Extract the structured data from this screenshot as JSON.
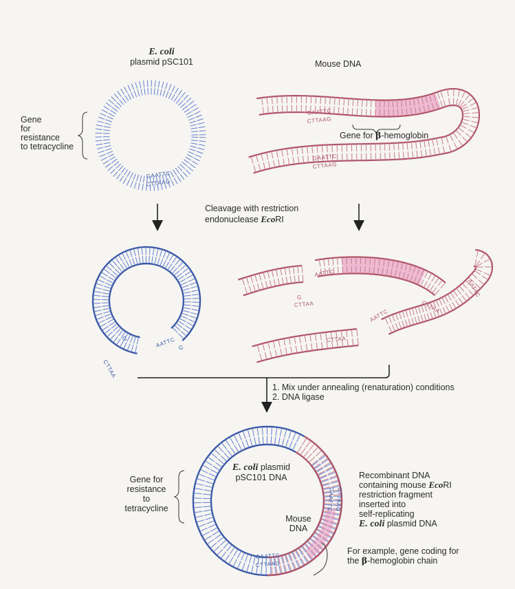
{
  "colors": {
    "plasmid": "#3d5aa8",
    "mouse": "#b05468",
    "gene_highlight": "#e889b8",
    "plasmid_rung": "#5f7fd0",
    "mouse_rung": "#c77b8c",
    "arrow": "#222222"
  },
  "top_plasmid": {
    "organism": "E. coli",
    "name": "plasmid pSC101"
  },
  "mouse_dna": {
    "title": "Mouse DNA",
    "gene_label_prefix": "Gene for ",
    "gene_label_symbol": "β",
    "gene_label_suffix": "-hemoglobin"
  },
  "gene_resistance_top": [
    "Gene",
    "for",
    "resistance",
    "to tetracycline"
  ],
  "cleavage": {
    "line1": "Cleavage with restriction",
    "line2_prefix": "endonuclease ",
    "enzyme_italic": "Eco",
    "enzyme_suffix": "RI"
  },
  "steps": [
    "1.  Mix under annealing (renaturation) conditions",
    "2.  DNA ligase"
  ],
  "bottom_plasmid": {
    "organism": "E. coli",
    "suffix": " plasmid",
    "line2": "pSC101 DNA"
  },
  "mouse_insert_label": [
    "Mouse",
    "DNA"
  ],
  "gene_resistance_bottom": [
    "Gene for",
    "resistance",
    "to",
    "tetracycline"
  ],
  "recombinant": {
    "l1": "Recombinant DNA",
    "l2_prefix": "containing mouse ",
    "l2_italic": "Eco",
    "l2_suffix": "RI",
    "l3": "restriction fragment",
    "l4": "inserted into",
    "l5": "self-replicating",
    "l6_italic": "E. coli",
    "l6_suffix": " plasmid DNA"
  },
  "example": {
    "l1": "For example, gene coding for",
    "l2_prefix": "the ",
    "l2_symbol": "β",
    "l2_suffix": "-hemoglobin chain"
  },
  "sequences": {
    "top": "GAATTC",
    "bottom": "CTTAAG",
    "sticky_top": "AATTC",
    "sticky_bottom": "CTTAA",
    "g": "G"
  }
}
